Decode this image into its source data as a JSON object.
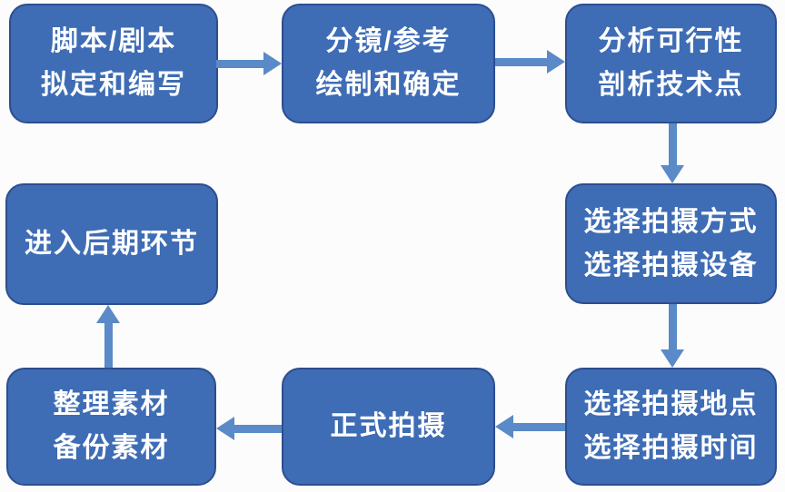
{
  "diagram": {
    "name": "video-production-workflow-flowchart",
    "colors": {
      "node_fill": "#3e6cb5",
      "node_border": "#2c4e8f",
      "arrow": "#5a8ac8",
      "text": "#ffffff",
      "background": "#fcfcfc"
    },
    "nodes": [
      {
        "id": "script",
        "lines": [
          "脚本/剧本",
          "拟定和编写"
        ]
      },
      {
        "id": "storyboard",
        "lines": [
          "分镜/参考",
          "绘制和确定"
        ]
      },
      {
        "id": "analysis",
        "lines": [
          "分析可行性",
          "剖析技术点"
        ]
      },
      {
        "id": "method",
        "lines": [
          "选择拍摄方式",
          "选择拍摄设备"
        ]
      },
      {
        "id": "location",
        "lines": [
          "选择拍摄地点",
          "选择拍摄时间"
        ]
      },
      {
        "id": "shoot",
        "lines": [
          "正式拍摄"
        ]
      },
      {
        "id": "organize",
        "lines": [
          "整理素材",
          "备份素材"
        ]
      },
      {
        "id": "post",
        "lines": [
          "进入后期环节"
        ]
      }
    ],
    "edges": [
      {
        "from": "script",
        "to": "storyboard",
        "direction": "right"
      },
      {
        "from": "storyboard",
        "to": "analysis",
        "direction": "right"
      },
      {
        "from": "analysis",
        "to": "method",
        "direction": "down"
      },
      {
        "from": "method",
        "to": "location",
        "direction": "down"
      },
      {
        "from": "location",
        "to": "shoot",
        "direction": "left"
      },
      {
        "from": "shoot",
        "to": "organize",
        "direction": "left"
      },
      {
        "from": "organize",
        "to": "post",
        "direction": "up"
      }
    ]
  }
}
